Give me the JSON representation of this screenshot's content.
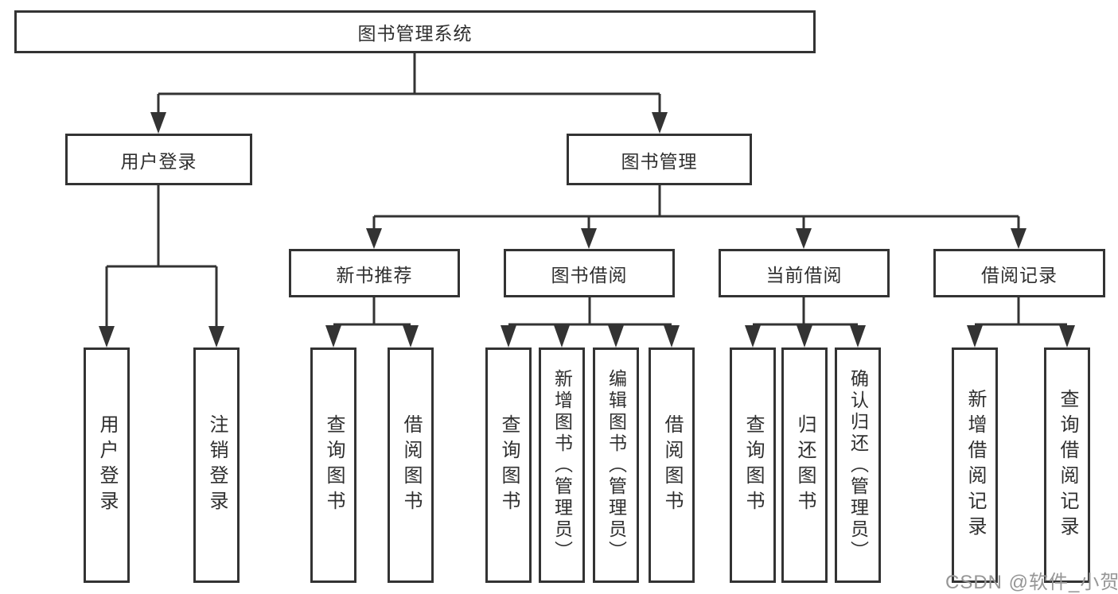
{
  "diagram": {
    "root": {
      "label": "图书管理系统"
    },
    "branches": {
      "user_login": {
        "label": "用户登录",
        "children": [
          "用户登录",
          "注销登录"
        ]
      },
      "book_mgmt": {
        "label": "图书管理"
      },
      "new_books": {
        "label": "新书推荐",
        "children": [
          "查询图书",
          "借阅图书"
        ]
      },
      "book_borrow": {
        "label": "图书借阅",
        "children": [
          "查询图书",
          "新增图书（管理员）",
          "编辑图书（管理员）",
          "借阅图书"
        ]
      },
      "current_borrow": {
        "label": "当前借阅",
        "children": [
          "查询图书",
          "归还图书",
          "确认归还（管理员）"
        ]
      },
      "borrow_record": {
        "label": "借阅记录",
        "children": [
          "新增借阅记录",
          "查询借阅记录"
        ]
      }
    },
    "line_color": "#333333"
  },
  "watermark": {
    "text": "CSDN @软件_小贺同学",
    "color": "#969696"
  }
}
